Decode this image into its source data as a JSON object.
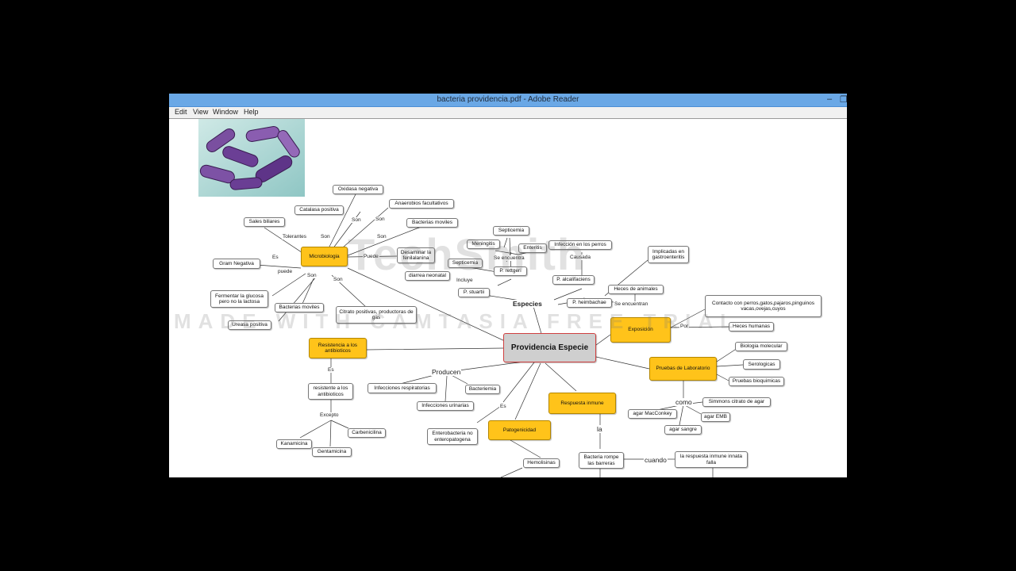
{
  "window": {
    "title": "bacteria providencia.pdf - Adobe Reader",
    "minimize_glyph": "–",
    "maximize_glyph": "❐"
  },
  "menu": [
    "Edit",
    "View",
    "Window",
    "Help"
  ],
  "watermark": {
    "brand": "TechSmith",
    "banner": "MADE WITH CAMTASIA FREE TRIAL"
  },
  "colors": {
    "concept_fill": "#ffc31a",
    "main_fill": "#cfcfcf",
    "titlebar": "#6aa8e6"
  },
  "map": {
    "main": "Providencia Especie",
    "nodes": {
      "oxidasa": "Oxidasa negativa",
      "catalasa": "Catalasa positiva",
      "anaerobios": "Anaerobios facultativos",
      "sales": "Sales biliares",
      "bact_moviles1": "Bacterias moviles",
      "gram": "Gram Negativa",
      "microbiologia": "Microbiologia",
      "desaminar": "Desaminar la fenilalanina",
      "fermentar": "Fermentar la glucosa pero no la lactosa",
      "bact_moviles2": "Bacterias moviles",
      "ureasa": "Ureasa positiva",
      "citrato": "Citrato positivas, productoras de gas",
      "resistencia": "Resistencia a los antibioticos",
      "resistente": "resistente a los antibioticos",
      "kanamicina": "Kanamicina",
      "gentamicina": "Gentamicina",
      "carbenicilina": "Carbenicilina",
      "septicemia1": "Septicemia",
      "meningitis": "Meningitis",
      "enteritis": "Enteritis",
      "infeccion_perros": "Infección en los perros",
      "implicadas": "Implicadas en gastroenteritis",
      "septicemia2": "Septicemia",
      "rettgeri": "P. rettgeri",
      "diarrea": "diarrea neonatal",
      "alcalifaciens": "P. alcalifaciens",
      "stuartii": "P. stuartii",
      "heces_animales": "Heces de animales",
      "heimbachae": "P. heimbachae",
      "contacto": "Contacto con perros,gatos,pajaros,pinguinos vacas,ovejas,cuyos",
      "exposicion": "Exposición",
      "heces_humanas": "Heces humanas",
      "biologia": "Biologia molecular",
      "serologicas": "Serologicas",
      "pruebas": "Pruebas de Laboratorio",
      "bioquimicas": "Pruebas bioquimicas",
      "simmons": "Simmons citrato de agar",
      "macconkey": "agar MacConkey",
      "emb": "agar EMB",
      "sangre": "agar sangre",
      "inf_resp": "Infecciones respiratorias",
      "bacteriemia": "Bacteriemia",
      "inf_urin": "Infecciones urinarias",
      "enterobacteria": "Enterobacteria no enteropatogena",
      "patogenicidad": "Patogenicidad",
      "hemolisinas": "Hemolisinas",
      "respuesta": "Respuesta inmune",
      "rompe": "Bacteria rompe las barreras",
      "innata": "la respuesta inmune innata falla"
    },
    "labels": {
      "son_oxidasa": "Son",
      "son_catalasa": "Son",
      "son_anaerobios": "Son",
      "tolerantes": "Tolerantes",
      "es_gram": "Es",
      "puede_desaminar": "Puede",
      "puede_fermentar": "puede",
      "son_moviles": "Son",
      "son_citrato": "Son",
      "es_resistente": "Es",
      "excepto": "Excepto",
      "se_encuentra": "Se encuentra",
      "causada": "Causada",
      "incluye": "Incluye",
      "especies": "Especies",
      "se_encuentran": "Se encuentran",
      "por": "Por",
      "producen": "Producen",
      "es_entero": "Es",
      "como": "como",
      "la": "la",
      "cuando": "cuando"
    }
  }
}
